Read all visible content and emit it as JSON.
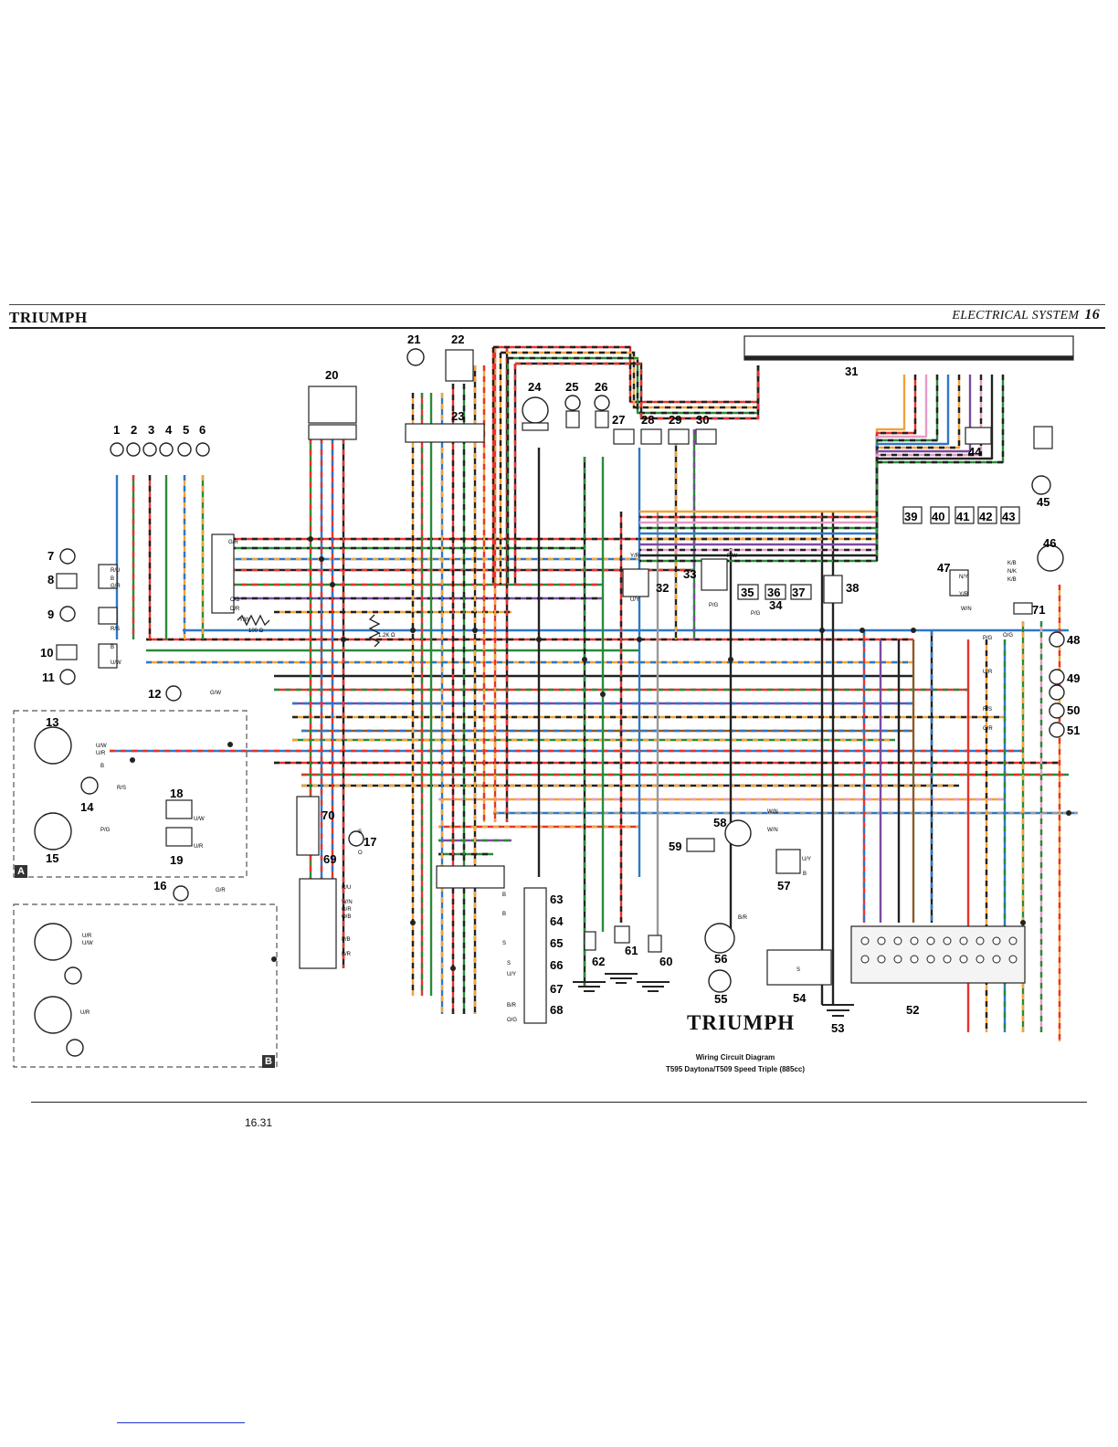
{
  "header": {
    "brand": "TRIUMPH",
    "section_title": "ELECTRICAL SYSTEM",
    "section_number": "16"
  },
  "caption": {
    "brand": "TRIUMPH",
    "title": "Wiring Circuit Diagram",
    "subtitle": "T595 Daytona/T509 Speed Triple (885cc)"
  },
  "page_number": "16.31",
  "components": [
    "1",
    "2",
    "3",
    "4",
    "5",
    "6",
    "7",
    "8",
    "9",
    "10",
    "11",
    "12",
    "13",
    "14",
    "15",
    "16",
    "17",
    "18",
    "19",
    "20",
    "21",
    "22",
    "23",
    "24",
    "25",
    "26",
    "27",
    "28",
    "29",
    "30",
    "31",
    "32",
    "33",
    "34",
    "35",
    "36",
    "37",
    "38",
    "39",
    "40",
    "41",
    "42",
    "43",
    "44",
    "45",
    "46",
    "47",
    "48",
    "49",
    "50",
    "51",
    "52",
    "53",
    "54",
    "55",
    "56",
    "57",
    "58",
    "59",
    "60",
    "61",
    "62",
    "63",
    "64",
    "65",
    "66",
    "67",
    "68",
    "69",
    "70",
    "71"
  ],
  "section_markers": [
    "A",
    "B"
  ],
  "resistor_labels": [
    "100 Ω",
    "1.2K Ω"
  ],
  "wire_labels": [
    "R/U",
    "B",
    "G/R",
    "B/R",
    "Y/W",
    "U/W",
    "U/R",
    "R/S",
    "P/G",
    "G/W",
    "O/B",
    "D/R",
    "B/S",
    "W/N",
    "P/B",
    "O/G",
    "N/Y",
    "Y/R",
    "K/B",
    "N/K",
    "P/W",
    "U/Y",
    "S",
    "O"
  ],
  "wire_colors": {
    "red": "#e8332b",
    "green": "#2a8a3a",
    "blue": "#2d78c8",
    "black": "#222222",
    "orange": "#f2a23a",
    "pink": "#e79cc6",
    "purple": "#7b4aa0",
    "brown": "#8a5a2b",
    "grey": "#9a9a9a",
    "yellow": "#e5cf3a"
  }
}
